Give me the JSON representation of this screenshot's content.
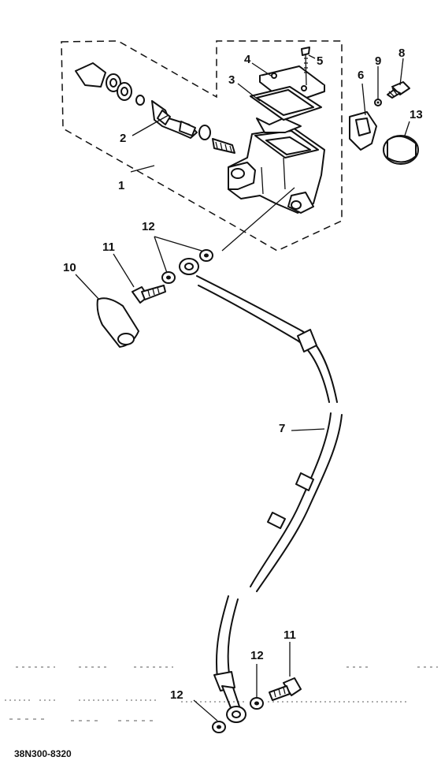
{
  "callouts": {
    "c1": "1",
    "c2": "2",
    "c3": "3",
    "c4": "4",
    "c5": "5",
    "c6": "6",
    "c7": "7",
    "c8": "8",
    "c9": "9",
    "c10": "10",
    "c11a": "11",
    "c11b": "11",
    "c12a": "12",
    "c12b": "12",
    "c12c": "12",
    "c13": "13"
  },
  "footer": {
    "code": "38N300-8320"
  }
}
